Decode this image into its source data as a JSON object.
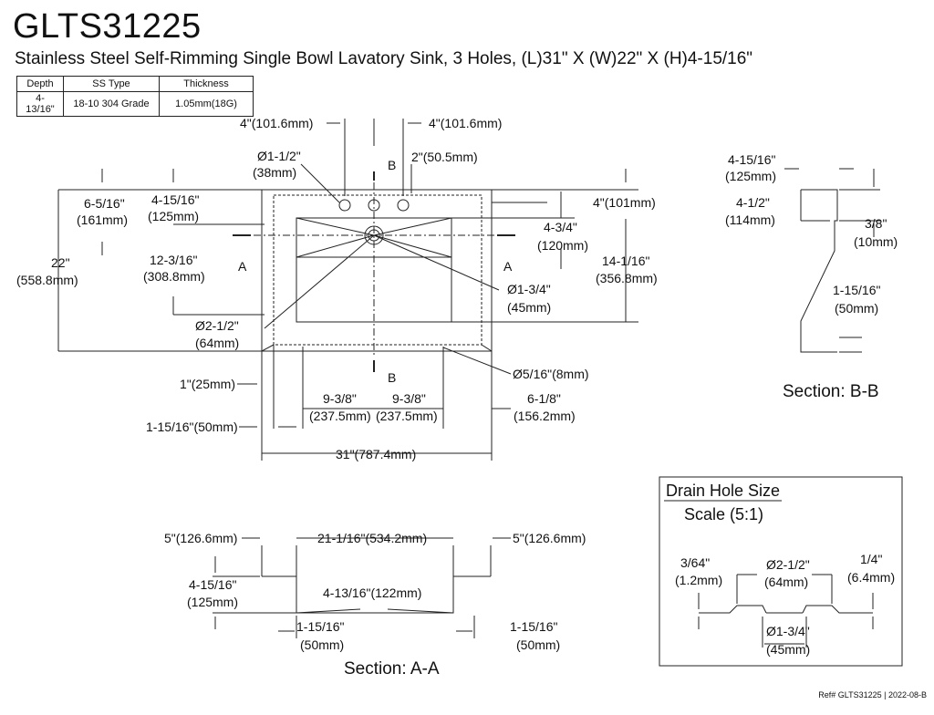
{
  "header": {
    "model": "GLTS31225",
    "description": "Stainless Steel Self-Rimming Single Bowl Lavatory Sink, 3 Holes, (L)31\" X (W)22\" X (H)4-15/16\""
  },
  "spec_table": {
    "headers": [
      "Depth",
      "SS Type",
      "Thickness"
    ],
    "values": [
      "4-13/16\"",
      "18-10 304 Grade",
      "1.05mm(18G)"
    ]
  },
  "plan": {
    "hole_spacing_left": "4\"(101.6mm)",
    "hole_spacing_right": "4\"(101.6mm)",
    "faucet_hole_dia": "Ø1-1/2\"",
    "faucet_hole_dia_mm": "(38mm)",
    "rim_to_hole": "2\"(50.5mm)",
    "rim_top": "4\"(101mm)",
    "rim_to_bowl_left": "6-5/16\"",
    "rim_to_bowl_left_mm": "(161mm)",
    "bowl_top_offset": "4-15/16\"",
    "bowl_top_offset_mm": "(125mm)",
    "drain_offset": "4-3/4\"",
    "drain_offset_mm": "(120mm)",
    "overall_width": "22\"",
    "overall_width_mm": "(558.8mm)",
    "bowl_to_drain": "12-3/16\"",
    "bowl_to_drain_mm": "(308.8mm)",
    "bowl_width": "14-1/16\"",
    "bowl_width_mm": "(356.8mm)",
    "drain_dia": "Ø1-3/4\"",
    "drain_dia_mm": "(45mm)",
    "drain_flange_dia": "Ø2-1/2\"",
    "drain_flange_dia_mm": "(64mm)",
    "mount_hole_dia": "Ø5/16\"(8mm)",
    "rim_1in": "1\"(25mm)",
    "rim_1_15_16": "1-15/16\"(50mm)",
    "half_left": "9-3/8\"",
    "half_left_mm": "(237.5mm)",
    "half_right": "9-3/8\"",
    "half_right_mm": "(237.5mm)",
    "right_rim": "6-1/8\"",
    "right_rim_mm": "(156.2mm)",
    "overall_length": "31\"(787.4mm)",
    "label_a": "A",
    "label_b": "B"
  },
  "section_bb": {
    "title": "Section: B-B",
    "depth_back": "4-15/16\"",
    "depth_back_mm": "(125mm)",
    "depth_front": "4-1/2\"",
    "depth_front_mm": "(114mm)",
    "flange": "3/8\"",
    "flange_mm": "(10mm)",
    "bottom": "1-15/16\"",
    "bottom_mm": "(50mm)"
  },
  "section_aa": {
    "title": "Section: A-A",
    "left_rim": "5\"(126.6mm)",
    "bowl_length": "21-1/16\"(534.2mm)",
    "right_rim": "5\"(126.6mm)",
    "depth": "4-15/16\"",
    "depth_mm": "(125mm)",
    "inner_depth": "4-13/16\"(122mm)",
    "left_radius": "1-15/16\"",
    "left_radius_mm": "(50mm)",
    "right_radius": "1-15/16\"",
    "right_radius_mm": "(50mm)"
  },
  "drain_detail": {
    "title": "Drain Hole Size",
    "scale": "Scale (5:1)",
    "thickness": "3/64\"",
    "thickness_mm": "(1.2mm)",
    "outer_dia": "Ø2-1/2\"",
    "outer_dia_mm": "(64mm)",
    "lip": "1/4\"",
    "lip_mm": "(6.4mm)",
    "inner_dia": "Ø1-3/4\"",
    "inner_dia_mm": "(45mm)"
  },
  "footer": {
    "ref": "Ref# GLTS31225 | 2022-08-B"
  }
}
